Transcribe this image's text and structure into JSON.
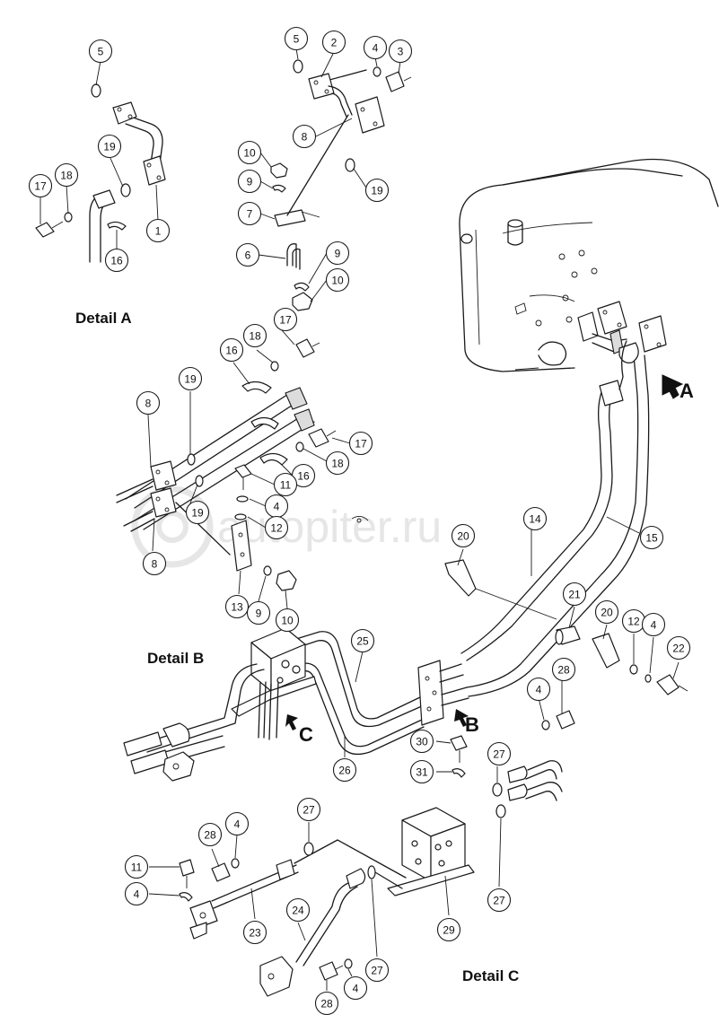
{
  "watermark": "autopiter.ru",
  "titles": {
    "detail_a": "Detail A",
    "detail_b": "Detail B",
    "detail_c": "Detail C"
  },
  "arrows": {
    "a": "A",
    "b": "B",
    "c": "C"
  },
  "callouts": [
    {
      "id": "c-a-5",
      "label": "5"
    },
    {
      "id": "c-a-19",
      "label": "19"
    },
    {
      "id": "c-a-18",
      "label": "18"
    },
    {
      "id": "c-a-17",
      "label": "17"
    },
    {
      "id": "c-a-1",
      "label": "1"
    },
    {
      "id": "c-a-16",
      "label": "16"
    },
    {
      "id": "c-t-5",
      "label": "5"
    },
    {
      "id": "c-t-2",
      "label": "2"
    },
    {
      "id": "c-t-4",
      "label": "4"
    },
    {
      "id": "c-t-3",
      "label": "3"
    },
    {
      "id": "c-t-8",
      "label": "8"
    },
    {
      "id": "c-t-10",
      "label": "10"
    },
    {
      "id": "c-t-9",
      "label": "9"
    },
    {
      "id": "c-t-19",
      "label": "19"
    },
    {
      "id": "c-t-7",
      "label": "7"
    },
    {
      "id": "c-t-6",
      "label": "6"
    },
    {
      "id": "c-t-9b",
      "label": "9"
    },
    {
      "id": "c-t-10b",
      "label": "10"
    },
    {
      "id": "c-b-17",
      "label": "17"
    },
    {
      "id": "c-b-16",
      "label": "16"
    },
    {
      "id": "c-b-18",
      "label": "18"
    },
    {
      "id": "c-b-19",
      "label": "19"
    },
    {
      "id": "c-b-8",
      "label": "8"
    },
    {
      "id": "c-b-17b",
      "label": "17"
    },
    {
      "id": "c-b-18b",
      "label": "18"
    },
    {
      "id": "c-b-16b",
      "label": "16"
    },
    {
      "id": "c-b-11",
      "label": "11"
    },
    {
      "id": "c-b-4",
      "label": "4"
    },
    {
      "id": "c-b-12",
      "label": "12"
    },
    {
      "id": "c-b-19b",
      "label": "19"
    },
    {
      "id": "c-b-8b",
      "label": "8"
    },
    {
      "id": "c-b-13",
      "label": "13"
    },
    {
      "id": "c-b-9",
      "label": "9"
    },
    {
      "id": "c-b-10",
      "label": "10"
    },
    {
      "id": "c-m-14",
      "label": "14"
    },
    {
      "id": "c-m-15",
      "label": "15"
    },
    {
      "id": "c-m-20",
      "label": "20"
    },
    {
      "id": "c-m-21",
      "label": "21"
    },
    {
      "id": "c-m-20b",
      "label": "20"
    },
    {
      "id": "c-m-12",
      "label": "12"
    },
    {
      "id": "c-m-4",
      "label": "4"
    },
    {
      "id": "c-m-22",
      "label": "22"
    },
    {
      "id": "c-m-25",
      "label": "25"
    },
    {
      "id": "c-m-26",
      "label": "26"
    },
    {
      "id": "c-m-28",
      "label": "28"
    },
    {
      "id": "c-m-4b",
      "label": "4"
    },
    {
      "id": "c-c-30",
      "label": "30"
    },
    {
      "id": "c-c-31",
      "label": "31"
    },
    {
      "id": "c-c-27",
      "label": "27"
    },
    {
      "id": "c-c-27b",
      "label": "27"
    },
    {
      "id": "c-c-29",
      "label": "29"
    },
    {
      "id": "c-c-27c",
      "label": "27"
    },
    {
      "id": "c-c-28",
      "label": "28"
    },
    {
      "id": "c-c-4",
      "label": "4"
    },
    {
      "id": "c-c-11",
      "label": "11"
    },
    {
      "id": "c-c-4b",
      "label": "4"
    },
    {
      "id": "c-c-23",
      "label": "23"
    },
    {
      "id": "c-c-24",
      "label": "24"
    },
    {
      "id": "c-c-27d",
      "label": "27"
    },
    {
      "id": "c-c-28b",
      "label": "28"
    },
    {
      "id": "c-c-4c",
      "label": "4"
    }
  ]
}
